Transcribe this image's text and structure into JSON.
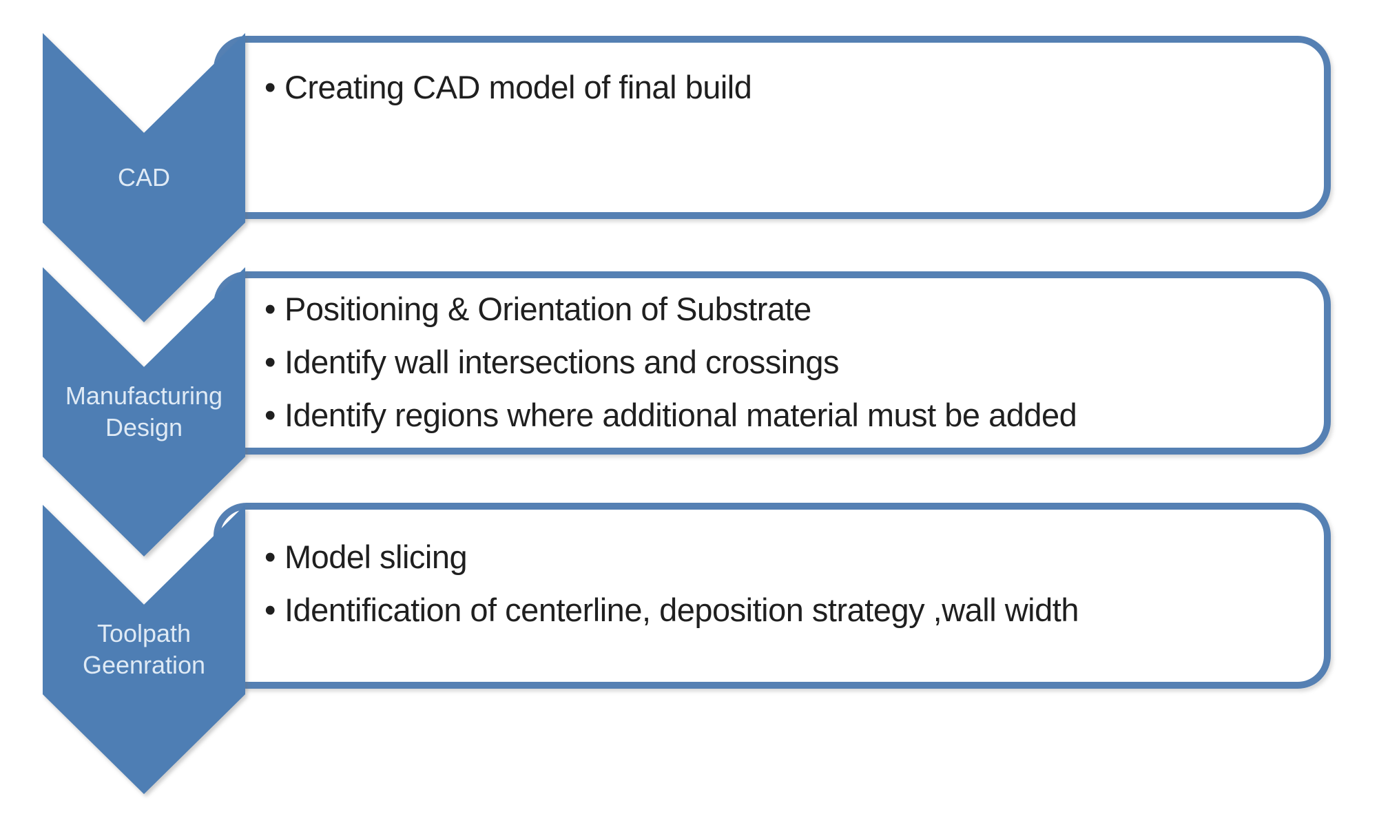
{
  "diagram_title": "Vertical chevron process list",
  "bullet_char": "•",
  "colors": {
    "accent": "#4e7eb4",
    "box_border": "#5580b3",
    "text": "#1f1f1f",
    "label": "#dfeaf5",
    "bg": "#ffffff"
  },
  "stages": [
    {
      "label": "CAD",
      "bullets": [
        "Creating CAD model of final build"
      ]
    },
    {
      "label": "Manufacturing\nDesign",
      "bullets": [
        "Positioning & Orientation of Substrate",
        "Identify wall intersections and crossings",
        "Identify regions where additional material must be added"
      ]
    },
    {
      "label": "Toolpath\nGeenration",
      "bullets": [
        "Model slicing",
        "Identification of centerline, deposition strategy ,wall width"
      ]
    }
  ]
}
